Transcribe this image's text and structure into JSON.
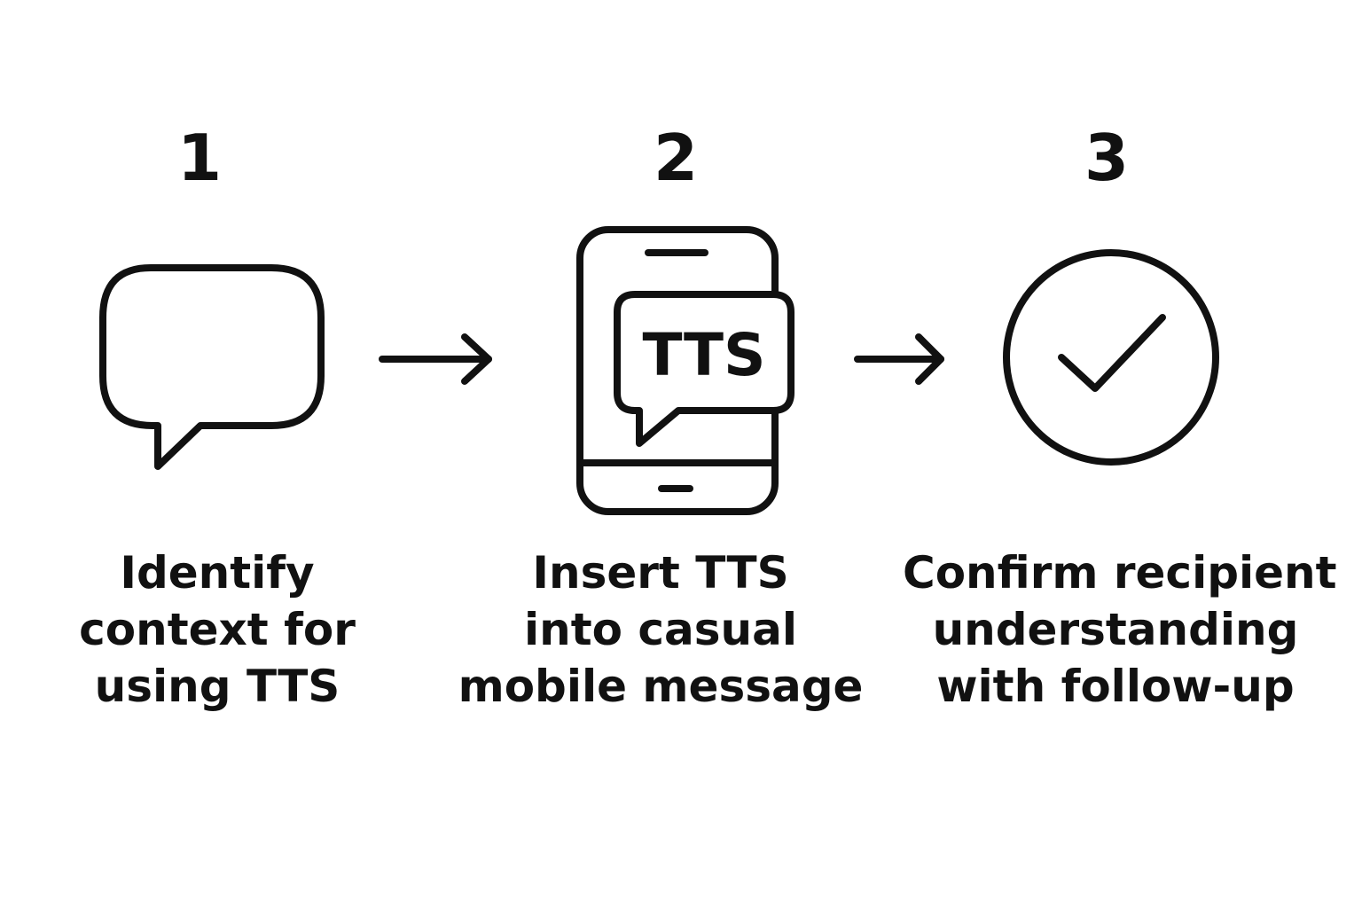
{
  "steps": [
    {
      "number": "1",
      "label_lines": [
        "Identify",
        "context for",
        "using TTS"
      ],
      "icon": "speech-bubble-icon"
    },
    {
      "number": "2",
      "label_lines": [
        "Insert TTS",
        "into casual",
        "mobile message"
      ],
      "icon": "phone-message-icon",
      "icon_text": "TTS"
    },
    {
      "number": "3",
      "label_lines": [
        "Confirm recipient",
        "understanding",
        "with follow-up"
      ],
      "icon": "checkmark-circle-icon"
    }
  ],
  "connectors": [
    "arrow-right-icon",
    "arrow-right-icon"
  ],
  "colors": {
    "background": "#ffffff",
    "stroke": "#111111",
    "text": "#111111"
  }
}
